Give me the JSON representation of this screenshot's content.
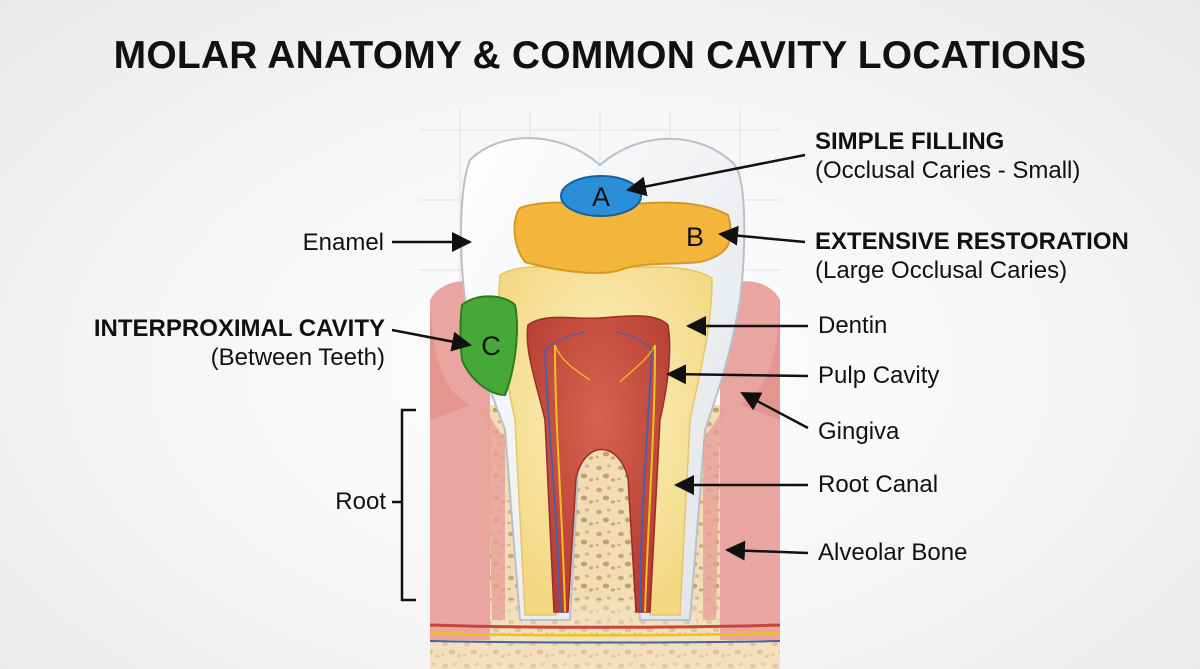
{
  "title": "MOLAR ANATOMY & COMMON CAVITY LOCATIONS",
  "markers": [
    {
      "letter": "A",
      "label": "SIMPLE FILLING",
      "sublabel": "(Occlusal Caries - Small)"
    },
    {
      "letter": "B",
      "label": "EXTENSIVE RESTORATION",
      "sublabel": "(Large Occlusal Caries)"
    },
    {
      "letter": "C",
      "label": "INTERPROXIMAL CAVITY",
      "sublabel": "(Between Teeth)"
    }
  ],
  "anatomy_labels": {
    "enamel": "Enamel",
    "dentin": "Dentin",
    "pulp_cavity": "Pulp Cavity",
    "gingiva": "Gingiva",
    "root_canal": "Root Canal",
    "alveolar_bone": "Alveolar Bone",
    "root": "Root"
  },
  "colors": {
    "enamel": "#f4f6f8",
    "dentin": "#f8e49a",
    "pulp": "#c8453a",
    "gingiva": "#eaa5a0",
    "bone": "#f1dcb6",
    "filling_a": "#2a8fd6",
    "filling_b": "#f3b63a",
    "filling_c": "#46a836",
    "nerve": "#f0c020",
    "vein": "#4a5fa8"
  }
}
